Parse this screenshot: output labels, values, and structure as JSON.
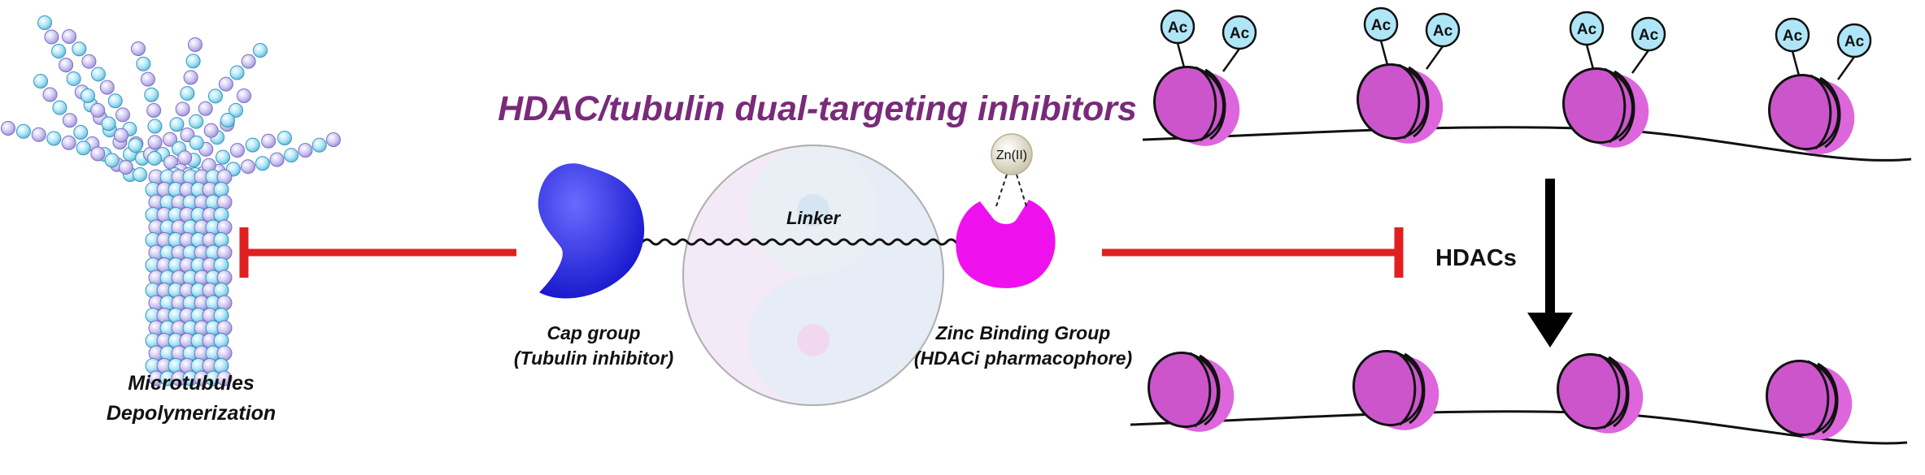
{
  "title": "HDAC/tubulin dual-targeting inhibitors",
  "microtubules": {
    "label_line1": "Microtubules",
    "label_line2": "Depolymerization"
  },
  "cap_group": {
    "label_line1": "Cap group",
    "label_line2": "(Tubulin inhibitor)"
  },
  "linker_label": "Linker",
  "zinc_binding_group": {
    "label_line1": "Zinc Binding Group",
    "label_line2": "(HDACi pharmacophore)",
    "ion_label": "Zn(II)"
  },
  "hdacs_label": "HDACs",
  "acetyl_label": "Ac",
  "colors": {
    "title": "#7a2a7a",
    "inhibition_arrow": "#e02020",
    "cap_group": "#2a2ae0",
    "zinc_binding_group": "#ee11ee",
    "nucleosome": "#cc55cc",
    "tubulin": "#aee6f7",
    "acetyl": "#aee6f7"
  }
}
